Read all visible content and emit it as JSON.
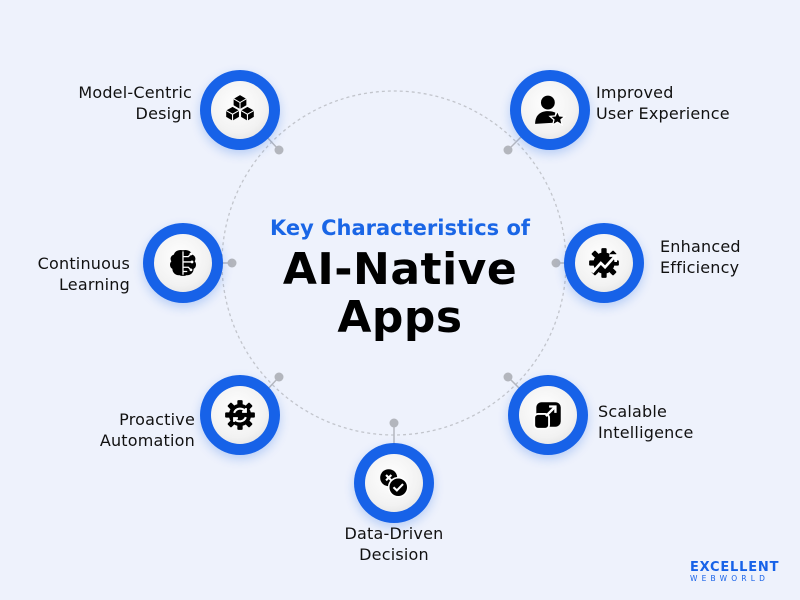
{
  "title": {
    "subtitle": "Key Characteristics of",
    "main_line1": "AI-Native",
    "main_line2": "Apps"
  },
  "colors": {
    "accent": "#1762e8",
    "subtitle": "#1a66e6",
    "background": "#eef2fc",
    "connector": "#b5b8c0"
  },
  "characteristics": [
    {
      "id": "model-centric",
      "line1": "Model-Centric",
      "line2": "Design",
      "icon": "cubes-icon"
    },
    {
      "id": "improved-ux",
      "line1": "Improved",
      "line2": "User Experience",
      "icon": "user-star-icon"
    },
    {
      "id": "continuous-learning",
      "line1": "Continuous",
      "line2": "Learning",
      "icon": "brain-circuit-icon"
    },
    {
      "id": "enhanced-efficiency",
      "line1": "Enhanced",
      "line2": "Efficiency",
      "icon": "gear-trend-icon"
    },
    {
      "id": "proactive-automation",
      "line1": "Proactive",
      "line2": "Automation",
      "icon": "gear-sync-icon"
    },
    {
      "id": "scalable-intelligence",
      "line1": "Scalable",
      "line2": "Intelligence",
      "icon": "scale-arrow-icon"
    },
    {
      "id": "data-driven",
      "line1": "Data-Driven",
      "line2": "Decision",
      "icon": "decision-check-icon"
    }
  ],
  "logo": {
    "top": "EXCELLENT",
    "bottom": "WEBWORLD"
  }
}
